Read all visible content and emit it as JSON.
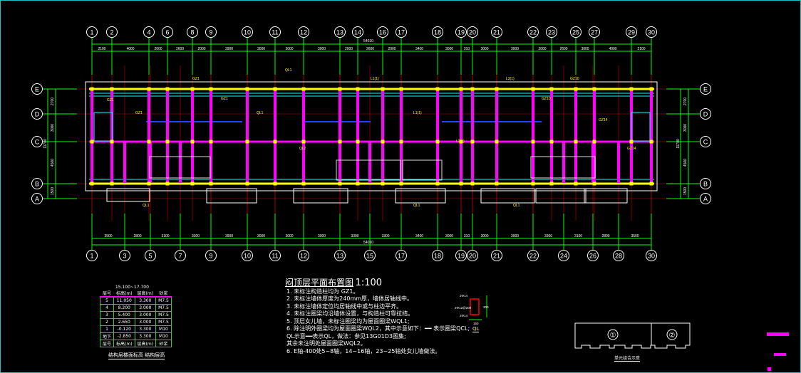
{
  "drawing": {
    "title": "闷顶层平面布置图",
    "scale": "1:100",
    "total_length": "54010",
    "total_depth": "11700"
  },
  "top_axes": [
    "1",
    "2",
    "4",
    "6",
    "8",
    "9",
    "10",
    "11",
    "12",
    "13",
    "14",
    "16",
    "17",
    "18",
    "19",
    "20",
    "21",
    "22",
    "23",
    "25",
    "27",
    "29",
    "30"
  ],
  "top_dims": [
    "2100",
    "4000",
    "2000",
    "2600",
    "2000",
    "3900",
    "3000",
    "3000",
    "3000",
    "2000",
    "2600",
    "2000",
    "3400",
    "3000",
    "310",
    "3000",
    "3900",
    "2000",
    "2600",
    "3000",
    "4000",
    "2100"
  ],
  "bottom_axes": [
    "1",
    "3",
    "5",
    "7",
    "9",
    "10",
    "11",
    "12",
    "13",
    "15",
    "17",
    "18",
    "19",
    "20",
    "21",
    "22",
    "24",
    "26",
    "28",
    "30"
  ],
  "bottom_dims": [
    "3500",
    "2800",
    "3100",
    "3300",
    "3900",
    "3000",
    "3000",
    "3000",
    "3300",
    "3300",
    "3400",
    "3000",
    "310",
    "3000",
    "3900",
    "3300",
    "3100",
    "2800",
    "3500"
  ],
  "row_axes": [
    "E",
    "D",
    "C",
    "B",
    "A"
  ],
  "row_dims": [
    "2700",
    "3000",
    "4500",
    "1500"
  ],
  "plan_labels": [
    "GZ1",
    "GZ1",
    "GZ1",
    "GZ1",
    "QL1",
    "QL1",
    "QL2",
    "L1(1)",
    "L1(1)",
    "L2(1)",
    "L3(1)",
    "GZ10",
    "GZ10",
    "GZ14",
    "GZ14",
    "QL1",
    "QL1",
    "QL1"
  ],
  "notes": [
    "1. 未标注构造柱均为 GZ1。",
    "2. 未标注墙体厚度为240mm厚，墙体居轴线中。",
    "3. 未标注墙体定位均居轴线中或与柱边平齐。",
    "4. 未标注圈梁均沿墙体设置，与构造柱可靠拉结。",
    "5. 顶层女儿墙，未标注圈梁均为屋面圈梁WQL1;",
    "6. 除注明外圈梁均为屋面圈梁WQL2，其中示意如下：━━  表示圈梁QCL;",
    "   QL示意━━表示QL，做法：参见13G01D3图集;",
    "   其余未注明处屋面圈梁WQL2。",
    "6. E轴-400处5~8轴，14~16轴，23~25轴处女儿墙做法。"
  ],
  "level_table": {
    "header": [
      "层号",
      "标高(m)",
      "层高(m)",
      "砂浆"
    ],
    "top_label": "15.100~17.700",
    "rows": [
      [
        "5",
        "11.050",
        "3.300",
        "M7.5"
      ],
      [
        "4",
        "8.200",
        "3.000",
        "M7.5"
      ],
      [
        "3",
        "5.400",
        "3.000",
        "M7.5"
      ],
      [
        "2",
        "2.650",
        "3.000",
        "M7.5"
      ],
      [
        "1",
        "-0.120",
        "3.300",
        "M10"
      ],
      [
        "地下",
        "-2.850",
        "3.300",
        "M10"
      ],
      [
        "层号",
        "标高(m)",
        "层高(m)",
        "砂浆"
      ]
    ],
    "caption": "结构层楼面标高 结构层高"
  },
  "detail": {
    "labels": [
      "2Φ14",
      "2Φ12@200",
      "2Φ14",
      "300",
      "150"
    ],
    "caption": "QL"
  },
  "key_plan": {
    "zones": [
      "①",
      "②"
    ],
    "caption": "单元组合示意"
  },
  "colors": {
    "axis": "#00ff00",
    "wall": "#ff00ff",
    "label": "#ffff00",
    "beam": "#00ffff",
    "grid": "#cc0000",
    "line": "#ffffff"
  }
}
